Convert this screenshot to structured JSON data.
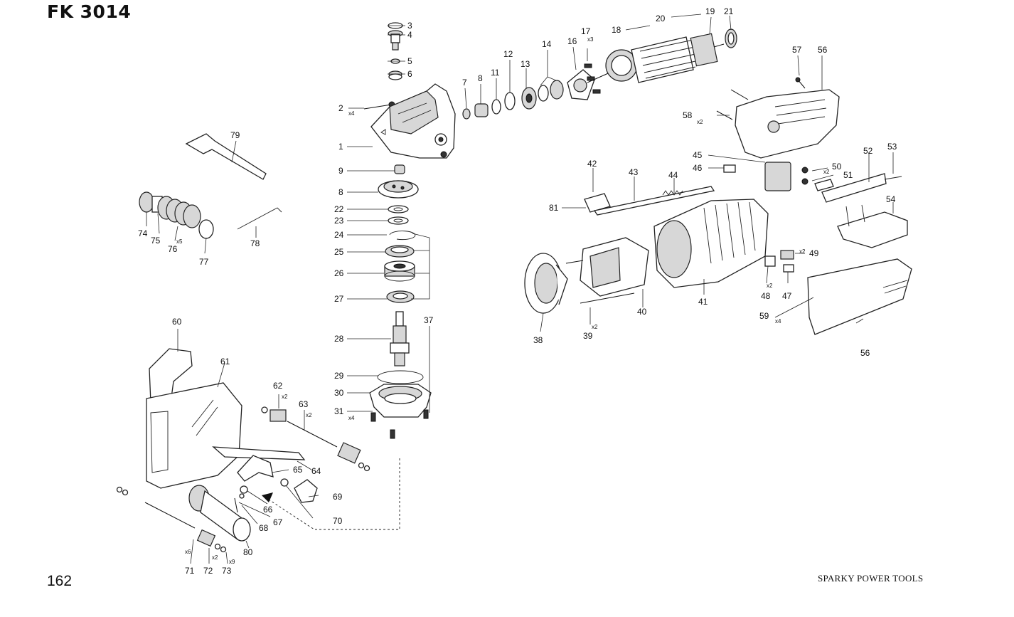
{
  "page": {
    "model": "FK 3014",
    "page_number": "162",
    "brand": "SPARKY POWER TOOLS"
  },
  "labels": [
    {
      "id": "l3",
      "text": "3"
    },
    {
      "id": "l4",
      "text": "4"
    },
    {
      "id": "l5",
      "text": "5"
    },
    {
      "id": "l6",
      "text": "6"
    },
    {
      "id": "l2",
      "text": "2"
    },
    {
      "id": "l1",
      "text": "1"
    },
    {
      "id": "l9",
      "text": "9"
    },
    {
      "id": "l8a",
      "text": "8"
    },
    {
      "id": "l22",
      "text": "22"
    },
    {
      "id": "l23",
      "text": "23"
    },
    {
      "id": "l24",
      "text": "24"
    },
    {
      "id": "l25",
      "text": "25"
    },
    {
      "id": "l26",
      "text": "26"
    },
    {
      "id": "l27",
      "text": "27"
    },
    {
      "id": "l37",
      "text": "37"
    },
    {
      "id": "l28",
      "text": "28"
    },
    {
      "id": "l29",
      "text": "29"
    },
    {
      "id": "l30",
      "text": "30"
    },
    {
      "id": "l31",
      "text": "31"
    },
    {
      "id": "l7",
      "text": "7"
    },
    {
      "id": "l8b",
      "text": "8"
    },
    {
      "id": "l11",
      "text": "11"
    },
    {
      "id": "l12",
      "text": "12"
    },
    {
      "id": "l13",
      "text": "13"
    },
    {
      "id": "l14",
      "text": "14"
    },
    {
      "id": "l16",
      "text": "16"
    },
    {
      "id": "l17",
      "text": "17"
    },
    {
      "id": "l18",
      "text": "18"
    },
    {
      "id": "l20",
      "text": "20"
    },
    {
      "id": "l19",
      "text": "19"
    },
    {
      "id": "l21",
      "text": "21"
    },
    {
      "id": "l57",
      "text": "57"
    },
    {
      "id": "l56a",
      "text": "56"
    },
    {
      "id": "l58",
      "text": "58"
    },
    {
      "id": "l45",
      "text": "45"
    },
    {
      "id": "l46",
      "text": "46"
    },
    {
      "id": "l50",
      "text": "50"
    },
    {
      "id": "l51",
      "text": "51"
    },
    {
      "id": "l52",
      "text": "52"
    },
    {
      "id": "l53",
      "text": "53"
    },
    {
      "id": "l54",
      "text": "54"
    },
    {
      "id": "l42",
      "text": "42"
    },
    {
      "id": "l43",
      "text": "43"
    },
    {
      "id": "l44",
      "text": "44"
    },
    {
      "id": "l81",
      "text": "81"
    },
    {
      "id": "l49",
      "text": "49"
    },
    {
      "id": "l48",
      "text": "48"
    },
    {
      "id": "l47",
      "text": "47"
    },
    {
      "id": "l59",
      "text": "59"
    },
    {
      "id": "l56b",
      "text": "56"
    },
    {
      "id": "l41",
      "text": "41"
    },
    {
      "id": "l40",
      "text": "40"
    },
    {
      "id": "l39",
      "text": "39"
    },
    {
      "id": "l38",
      "text": "38"
    },
    {
      "id": "l79",
      "text": "79"
    },
    {
      "id": "l74",
      "text": "74"
    },
    {
      "id": "l75",
      "text": "75"
    },
    {
      "id": "l76",
      "text": "76"
    },
    {
      "id": "l77",
      "text": "77"
    },
    {
      "id": "l78",
      "text": "78"
    },
    {
      "id": "l60",
      "text": "60"
    },
    {
      "id": "l61",
      "text": "61"
    },
    {
      "id": "l62",
      "text": "62"
    },
    {
      "id": "l63",
      "text": "63"
    },
    {
      "id": "l64",
      "text": "64"
    },
    {
      "id": "l65",
      "text": "65"
    },
    {
      "id": "l69",
      "text": "69"
    },
    {
      "id": "l66",
      "text": "66"
    },
    {
      "id": "l67",
      "text": "67"
    },
    {
      "id": "l68",
      "text": "68"
    },
    {
      "id": "l70",
      "text": "70"
    },
    {
      "id": "l80",
      "text": "80"
    },
    {
      "id": "l71",
      "text": "71"
    },
    {
      "id": "l72",
      "text": "72"
    },
    {
      "id": "l73",
      "text": "73"
    }
  ],
  "quantities": [
    {
      "id": "q2",
      "text": "x4"
    },
    {
      "id": "q17",
      "text": "x3"
    },
    {
      "id": "q58",
      "text": "x2"
    },
    {
      "id": "q50",
      "text": "x2"
    },
    {
      "id": "q49",
      "text": "x2"
    },
    {
      "id": "q48",
      "text": "x2"
    },
    {
      "id": "q59",
      "text": "x4"
    },
    {
      "id": "q39",
      "text": "x2"
    },
    {
      "id": "q76",
      "text": "x5"
    },
    {
      "id": "q62",
      "text": "x2"
    },
    {
      "id": "q63",
      "text": "x2"
    },
    {
      "id": "q31",
      "text": "x4"
    },
    {
      "id": "q71",
      "text": "x6"
    },
    {
      "id": "q72",
      "text": "x2"
    },
    {
      "id": "q73",
      "text": "x9"
    }
  ]
}
